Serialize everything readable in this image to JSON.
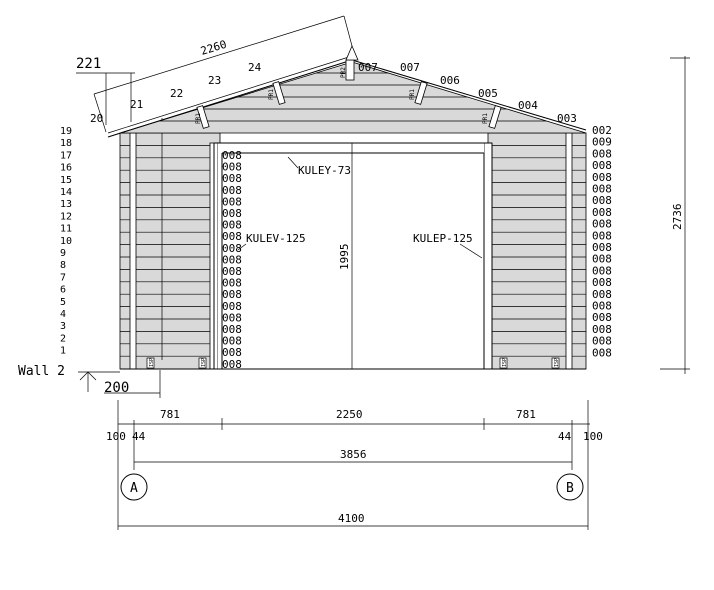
{
  "wall_label": "Wall 2",
  "dimensions": {
    "roof_slope": "2260",
    "eave_offset": "221",
    "total_height": "2736",
    "door_height": "1995",
    "base_offset": "200",
    "left_section": "781",
    "door_width": "2250",
    "right_section": "781",
    "left_overhang": "100",
    "left_inset": "44",
    "right_inset": "44",
    "right_overhang": "100",
    "axis_span": "3856",
    "overall_width": "4100"
  },
  "axes": {
    "left": "A",
    "right": "B"
  },
  "roof_board_labels": [
    "20",
    "21",
    "22",
    "23",
    "24"
  ],
  "roof_board_labels_right": [
    "007",
    "006",
    "005",
    "004",
    "003"
  ],
  "ridge_label": "007",
  "row_numbers_left": [
    "19",
    "18",
    "17",
    "16",
    "15",
    "14",
    "13",
    "12",
    "11",
    "10",
    "9",
    "8",
    "7",
    "6",
    "5",
    "4",
    "3",
    "2",
    "1"
  ],
  "board_codes_right": [
    "002",
    "009",
    "008",
    "008",
    "008",
    "008",
    "008",
    "008",
    "008",
    "008",
    "008",
    "008",
    "008",
    "008",
    "008",
    "008",
    "008",
    "008",
    "008",
    "008"
  ],
  "board_codes_left_of_door": [
    "008",
    "008",
    "008",
    "008",
    "008",
    "008",
    "008",
    "008",
    "008",
    "008",
    "008",
    "008",
    "008",
    "008",
    "008",
    "008",
    "008",
    "008",
    "008"
  ],
  "components": {
    "lintel": "KULEY-73",
    "left_jamb": "KULEV-125",
    "right_jamb": "KULEP-125"
  },
  "rafter_labels": [
    "PR1",
    "PR1",
    "PR2",
    "PR1",
    "PR1"
  ],
  "foot_labels": [
    "ISP",
    "ISP",
    "ISP",
    "ISP"
  ]
}
